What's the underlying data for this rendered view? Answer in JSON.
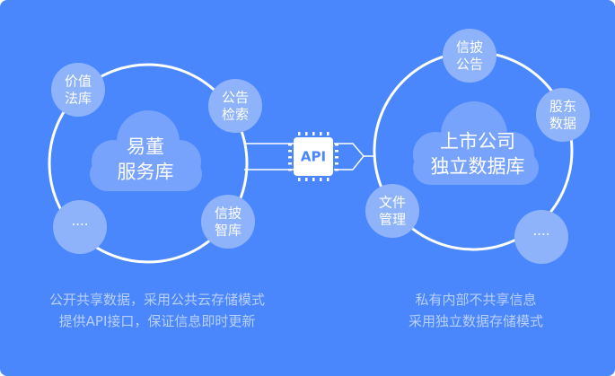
{
  "left": {
    "cloud": [
      "易董",
      "服务库"
    ],
    "nodes": [
      [
        "价值",
        "法库"
      ],
      [
        "公告",
        "检索"
      ],
      [
        "信披",
        "智库"
      ],
      [
        "····"
      ]
    ],
    "caption": [
      "公开共享数据，采用公共云存储模式",
      "提供API接口，保证信息即时更新"
    ]
  },
  "api": "API",
  "right": {
    "cloud": [
      "上市公司",
      "独立数据库"
    ],
    "nodes": [
      [
        "信披",
        "公告"
      ],
      [
        "股东",
        "数据"
      ],
      [
        "文件",
        "管理"
      ],
      [
        "····"
      ]
    ],
    "caption": [
      "私有内部不共享信息",
      "采用独立数据存储模式"
    ]
  },
  "colors": {
    "background": "#4a87fd",
    "node": "#8fb3fb",
    "cloud": "#78a3fc"
  }
}
